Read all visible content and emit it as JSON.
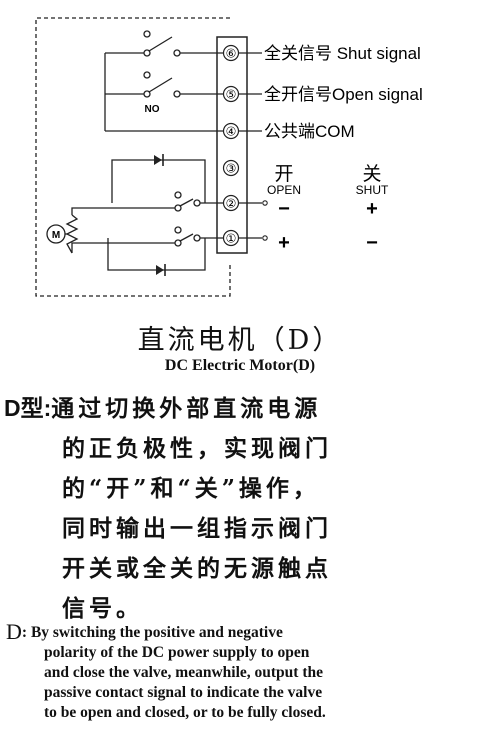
{
  "terminals": [
    {
      "num": "⑥",
      "label": "全关信号 Shut signal"
    },
    {
      "num": "⑤",
      "label": "全开信号Open signal"
    },
    {
      "num": "④",
      "label": "公共端COM"
    },
    {
      "num": "③",
      "label": ""
    },
    {
      "num": "②",
      "label": ""
    },
    {
      "num": "①",
      "label": ""
    }
  ],
  "contact_label": "NO",
  "motor_label": "M",
  "open_column": {
    "cn": "开",
    "en": "OPEN",
    "t2_sign": "−",
    "t1_sign": "+"
  },
  "shut_column": {
    "cn": "关",
    "en": "SHUT",
    "t2_sign": "+",
    "t1_sign": "−"
  },
  "title_cn": "直流电机（D）",
  "title_en": "DC Electric Motor(D)",
  "desc_cn": {
    "label": "D型:",
    "lines": [
      "通过切换外部直流电源",
      "的正负极性，实现阀门",
      "的“开”和“关”操作，",
      "同时输出一组指示阀门",
      "开关或全关的无源触点",
      "信号。"
    ]
  },
  "desc_en": {
    "label": "D",
    "colon": ": ",
    "lines": [
      "By switching the positive and negative",
      "polarity of the DC power supply to open",
      "and close the valve, meanwhile, output the",
      "passive contact signal to indicate the valve",
      "to be open and closed, or to be fully closed."
    ]
  }
}
